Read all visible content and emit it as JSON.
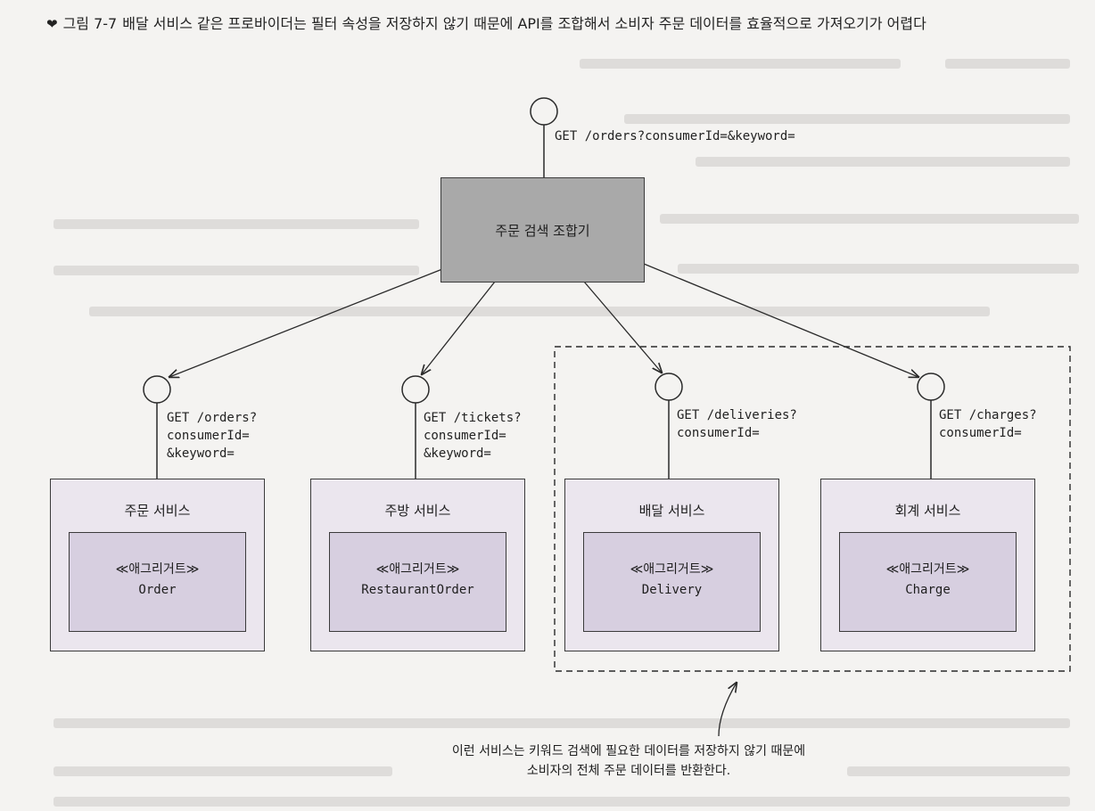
{
  "caption": {
    "icon": "chevron-down-icon",
    "figure": "그림 7-7",
    "text": "배달 서비스 같은 프로바이더는 필터 속성을 저장하지 않기 때문에 API를 조합해서 소비자 주문 데이터를 효율적으로 가져오기가 어렵다"
  },
  "top_endpoint": "GET /orders?consumerId=&keyword=",
  "gateway_label": "주문 검색 조합기",
  "services": [
    {
      "title": "주문 서비스",
      "stereotype": "≪애그리거트≫",
      "aggregate": "Order",
      "endpoint": "GET /orders?\nconsumerId=\n&keyword="
    },
    {
      "title": "주방 서비스",
      "stereotype": "≪애그리거트≫",
      "aggregate": "RestaurantOrder",
      "endpoint": "GET /tickets?\nconsumerId=\n&keyword="
    },
    {
      "title": "배달 서비스",
      "stereotype": "≪애그리거트≫",
      "aggregate": "Delivery",
      "endpoint": "GET /deliveries?\nconsumerId="
    },
    {
      "title": "회계 서비스",
      "stereotype": "≪애그리거트≫",
      "aggregate": "Charge",
      "endpoint": "GET /charges?\nconsumerId="
    }
  ],
  "note": "이런 서비스는 키워드 검색에 필요한 데이터를 저장하지 않기 때문에\n소비자의 전체 주문 데이터를 반환한다."
}
